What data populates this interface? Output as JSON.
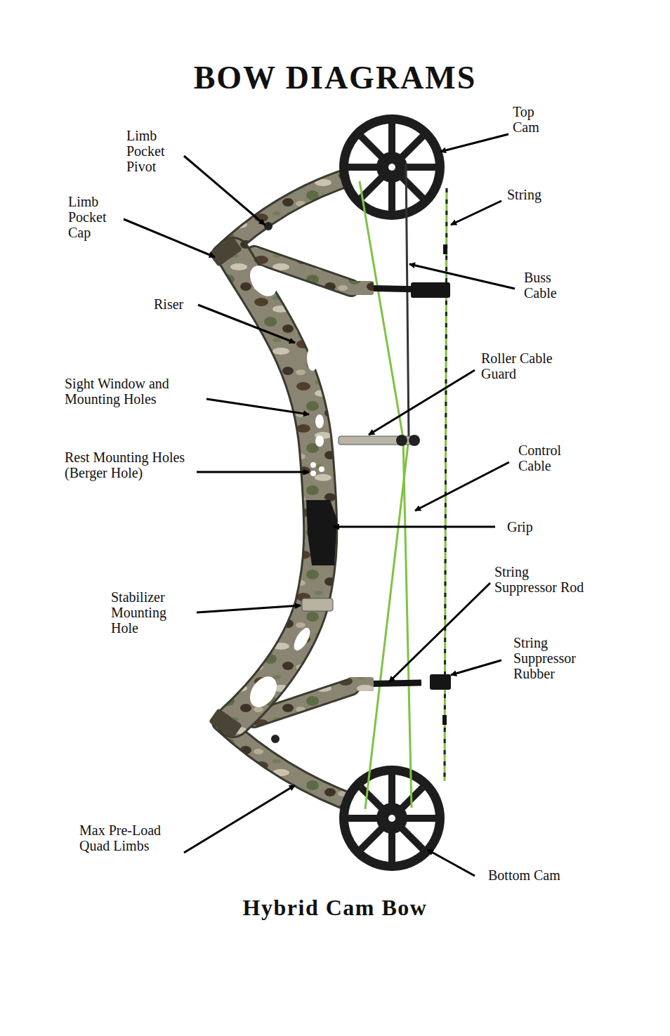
{
  "diagram": {
    "title": "BOW DIAGRAMS",
    "caption": "Hybrid Cam Bow",
    "labels": [
      "Top Cam",
      "Limb Pocket Pivot",
      "Limb Pocket Cap",
      "String",
      "Buss Cable",
      "Riser",
      "Roller Cable Guard",
      "Sight Window and Mounting Holes",
      "Rest Mounting Holes (Berger Hole)",
      "Control Cable",
      "Grip",
      "String Suppressor Rod",
      "Stabilizer Mounting Hole",
      "String Suppressor Rubber",
      "Max Pre-Load Quad Limbs",
      "Bottom Cam"
    ]
  }
}
